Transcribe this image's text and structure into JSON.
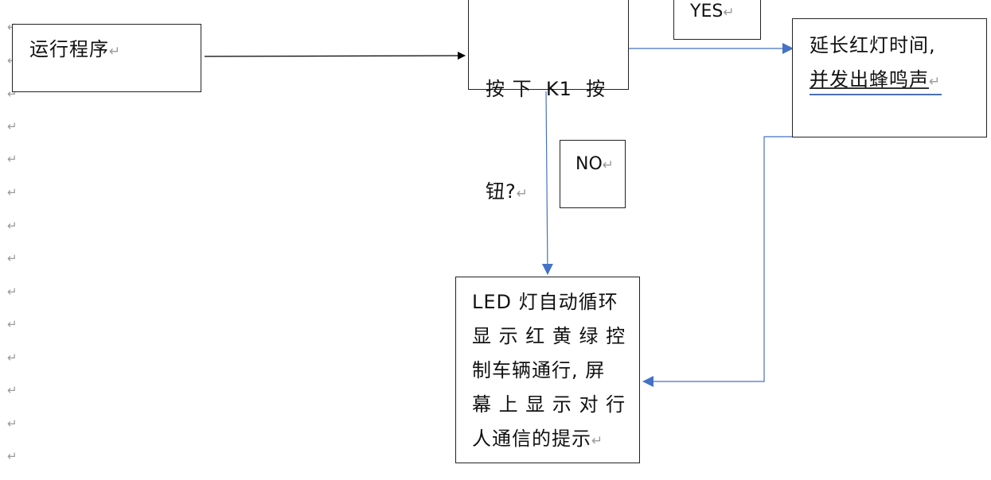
{
  "nodes": {
    "start": {
      "text": "运行程序"
    },
    "decision": {
      "text_line1": "按 下  K1  按",
      "text_line2": "钮?"
    },
    "extend": {
      "text_line1": "延长红灯时间,",
      "text_line2": "并发出蜂鸣声"
    },
    "led": {
      "lines": [
        "LED 灯自动循环",
        "显 示 红 黄 绿 控",
        "制车辆通行, 屏",
        "幕 上 显 示 对 行",
        "人通信的提示"
      ]
    }
  },
  "labels": {
    "yes": "YES",
    "no": "NO"
  },
  "paragraph_mark": "↵",
  "colors": {
    "black_arrow": "#000000",
    "blue_arrow": "#4472c4",
    "mark": "#9a9a9a"
  }
}
